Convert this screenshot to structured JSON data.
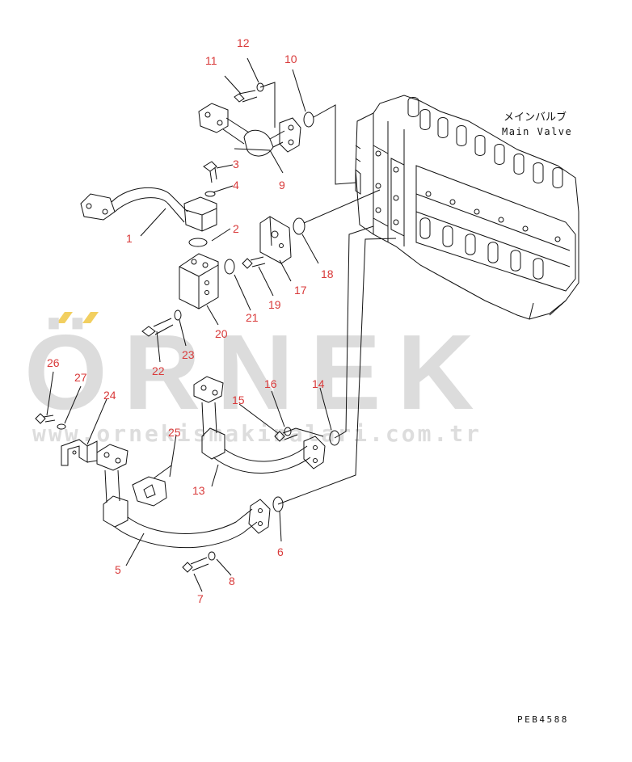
{
  "watermark": {
    "title": "ÖRNEK",
    "url": "www.ornekismakinalari.com.tr",
    "accent_color": "#f2cf60",
    "text_color": "#dcdcdc"
  },
  "captions": {
    "japanese": "メインバルブ",
    "english": "Main Valve",
    "drawing_code": "PEB4588"
  },
  "colors": {
    "callout": "#d93a3a",
    "line": "#111111"
  },
  "callouts": [
    "1",
    "2",
    "3",
    "4",
    "5",
    "6",
    "7",
    "8",
    "9",
    "10",
    "11",
    "12",
    "13",
    "14",
    "15",
    "16",
    "17",
    "18",
    "19",
    "20",
    "21",
    "22",
    "23",
    "24",
    "25",
    "26",
    "27"
  ]
}
